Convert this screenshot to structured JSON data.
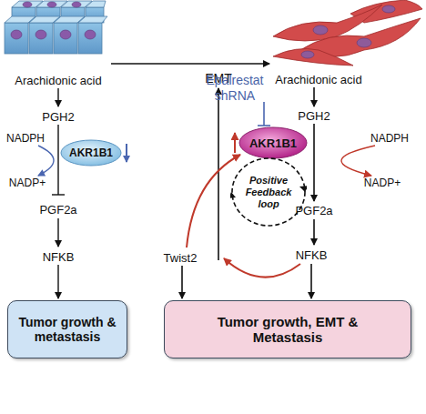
{
  "diagram": {
    "nodes": [
      {
        "text": [
          "AKR1B1"
        ]
      },
      {
        "text": [
          "AKR1B1"
        ]
      },
      {
        "text": [
          "Positive Feedback loop"
        ]
      },
      {
        "text": [
          "Tumor growth & metastasis"
        ]
      },
      {
        "text": [
          "Tumor growth, EMT & Metastasis"
        ]
      }
    ],
    "labels": [
      "EMT",
      "Arachidonic acid",
      "Epalrestat shRNA",
      "Arachidonic acid",
      "PGH2",
      "PGH2",
      "NADPH",
      "NADPH",
      "NADP+",
      "NADP+",
      "PGF2a",
      "PGF2a",
      "Twist2",
      "NFKB",
      "NFKB"
    ]
  }
}
